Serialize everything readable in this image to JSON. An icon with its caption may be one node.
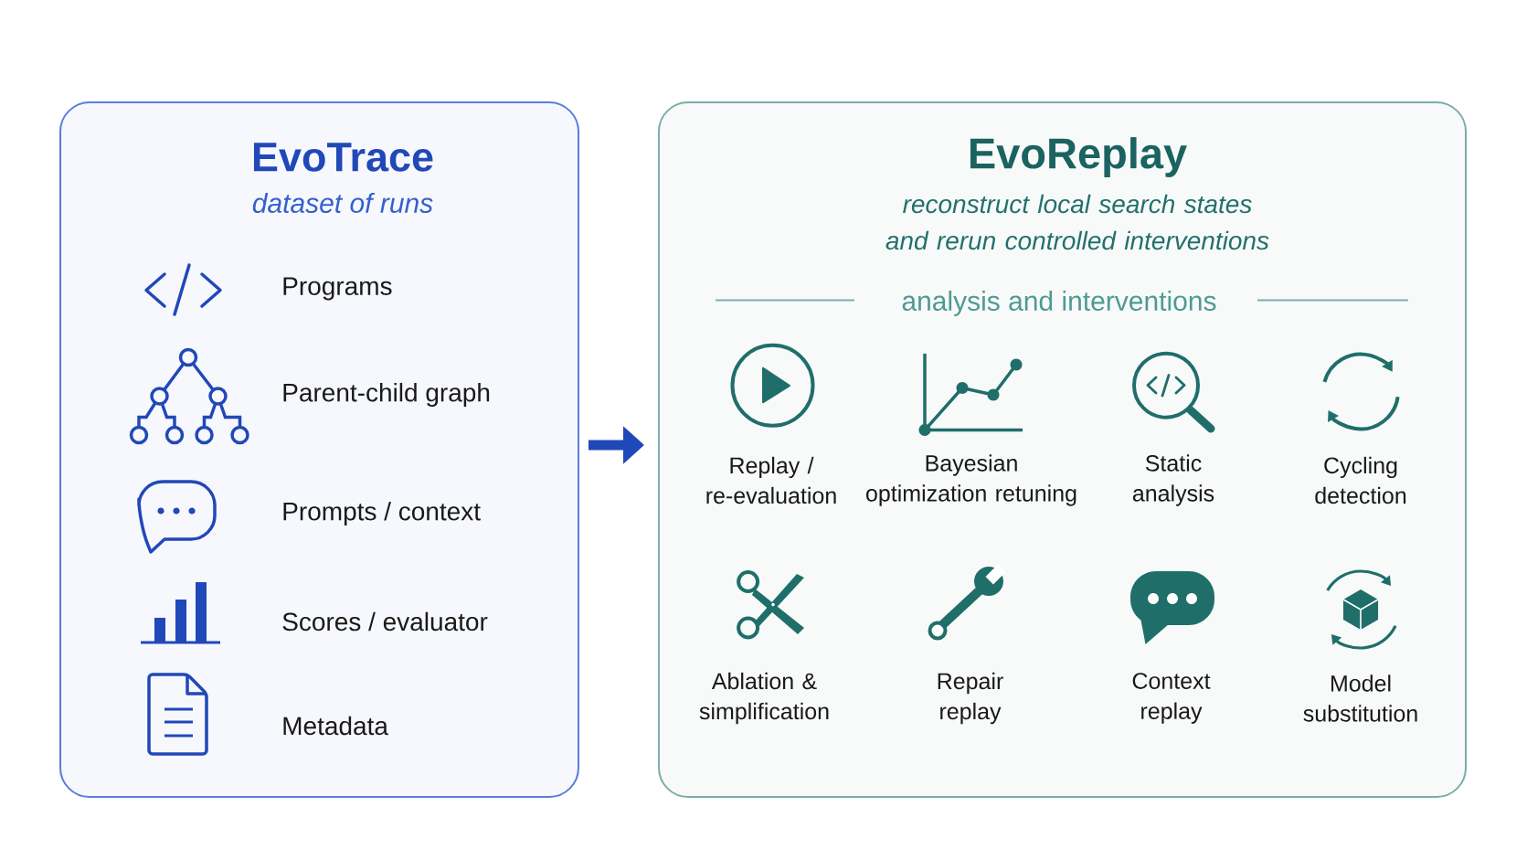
{
  "diagram": {
    "nodes": [
      {
        "text": [
          "EvoTrace",
          "dataset of runs"
        ]
      },
      {
        "text": [
          "EvoReplay",
          "reconstruct local search states and rerun controlled interventions"
        ]
      }
    ],
    "edges": [
      {
        "from": 0,
        "to": 1,
        "arrow": "to",
        "color": "#2148b8"
      }
    ],
    "labels": [
      "Programs",
      "Parent-child graph",
      "Prompts / context",
      "Scores / evaluator",
      "Metadata",
      "analysis and interventions",
      "Replay / re-evaluation",
      "Bayesian optimization retuning",
      "Static analysis",
      "Cycling detection",
      "Ablation & simplification",
      "Repair replay",
      "Context replay",
      "Model substitution"
    ]
  }
}
